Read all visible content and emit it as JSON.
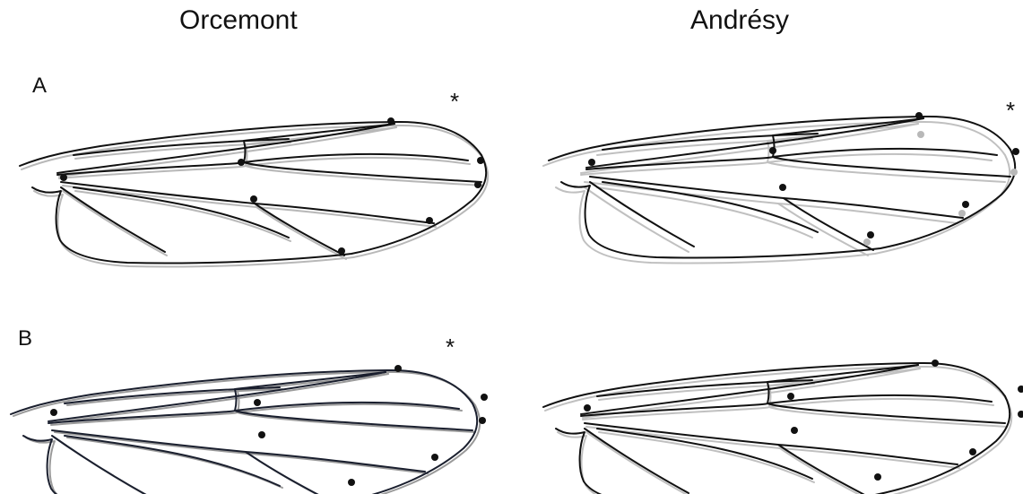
{
  "columns": [
    "Orcemont",
    "Andrésy"
  ],
  "rows": [
    "A",
    "B"
  ],
  "significance_marker": "*"
}
